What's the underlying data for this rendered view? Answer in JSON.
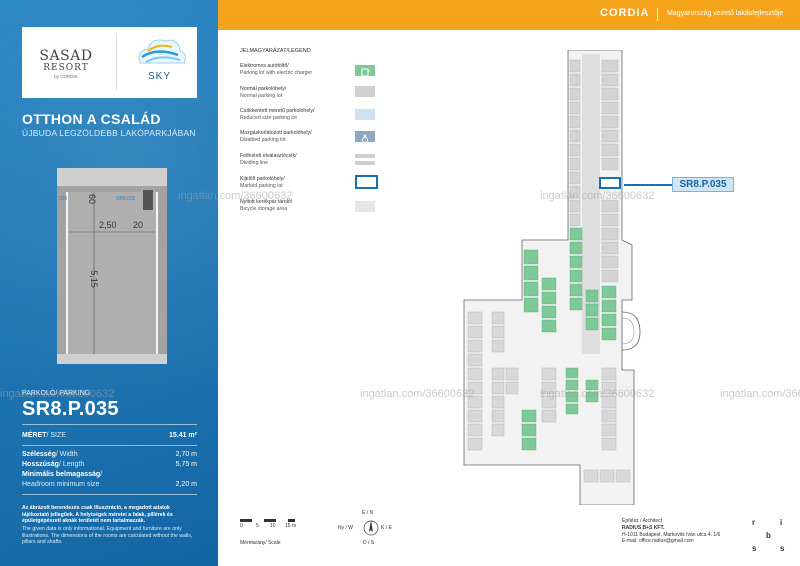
{
  "logo": {
    "sasad_main": "SASAD",
    "sasad_sub": "RESORT",
    "sasad_by": "by CORDIA",
    "sky": "SKY"
  },
  "header": {
    "title": "OTTHON A CSALÁD",
    "subtitle": "ÚJBUDA LEGZÖLDEBB LAKÓPARKJÁBAN"
  },
  "floorplan_small": {
    "top_left": "036",
    "top_right": "SR8.035",
    "dim_60": "60",
    "dim_250": "2,50",
    "dim_20": "20",
    "dim_515": "5,15"
  },
  "parking": {
    "label": "PARKOLÓ/ PARKING",
    "id": "SR8.P.035",
    "size_label_hu": "MÉRET",
    "size_label_en": "/ SIZE",
    "size_value": "15.41 m²",
    "width_label_hu": "Szélesség",
    "width_label_en": "/ Width",
    "width_value": "2,70  m",
    "length_label_hu": "Hosszúság",
    "length_label_en": "/ Length",
    "length_value": "5,75  m",
    "headroom_label_hu": "Minimális belmagasság",
    "headroom_label_en": "/",
    "headroom_label_en2": "Headroom minimum size",
    "headroom_value": "2,20  m"
  },
  "disclaimer": {
    "hu": "Az ábrázolt berendezés csak illusztráció, a megadott adatok tájékoztató jellegűek. A helyiségek méretei a falak, pillérek és épületgépészeti aknák területét nem tartalmazzák.",
    "en": "The given data is only informational. Equipment and furniture are only illustrations. The dimensions of the rooms are calculated without the walls, pillars and shafts."
  },
  "topbar": {
    "brand": "CORDIA",
    "slogan": "Magyarország vezető lakásfejlesztője"
  },
  "legend": {
    "title": "JELMAGYARÁZAT/LEGEND",
    "items": [
      {
        "hu": "Elektromos autótöltő/",
        "en": "Parking lot with electric charger"
      },
      {
        "hu": "Normál parkolóhely/",
        "en": "Normal parking lot"
      },
      {
        "hu": "Csökkentett méretű parkolóhely/",
        "en": "Reduced size parking lot"
      },
      {
        "hu": "Mozgáskorlátozott parkolóhely/",
        "en": "Disabled parking lot"
      },
      {
        "hu": "Felfestett elválasztócsík/",
        "en": "Dividing line"
      },
      {
        "hu": "Kijelölt parkolóhely/",
        "en": "Marked parking lot"
      },
      {
        "hu": "Nyitott kerékpár tároló/",
        "en": "Bicycle storage area"
      }
    ],
    "colors": {
      "electric": "#7ec998",
      "normal": "#d0d0d0",
      "reduced": "#cde3f3",
      "disabled": "#8fa7bf",
      "marked": "#1a6fb0",
      "bicycle": "#e6e6e6"
    }
  },
  "callout": "SR8.P.035",
  "scale": {
    "ticks": [
      "0",
      "5",
      "10",
      "15 m"
    ],
    "label_hu": "Méretarány",
    "label_en": "/ Scale"
  },
  "compass": {
    "n": "É / N",
    "s": "D / S",
    "w": "Ny / W",
    "e": "K / E"
  },
  "architect": {
    "line1": "Építész / Architect",
    "line2": "RADIUS B+S KFT.",
    "line3": "H-1011 Budapest, Markovits Iván utca 4. 1/6",
    "line4": "E-mail: office.radius@gmail.com"
  },
  "rbs": [
    "r",
    "i",
    "b",
    "s",
    "s"
  ],
  "watermark": "ingatlan.com/36600632",
  "colors": {
    "blue": "#1d7ab8",
    "orange": "#f4a31b",
    "green": "#7ec998"
  }
}
